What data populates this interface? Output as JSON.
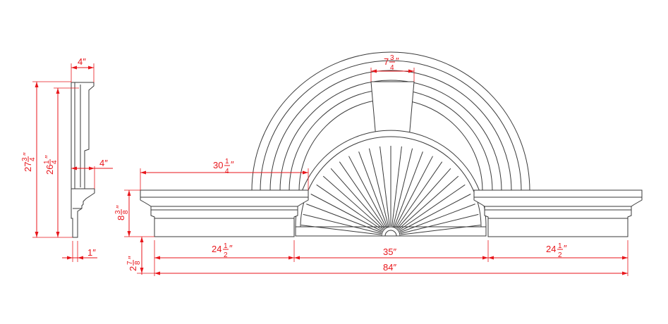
{
  "colors": {
    "linework": "#3a3a3a",
    "dimension": "#e8161b",
    "background": "#ffffff"
  },
  "dimensions": {
    "side_total_height": {
      "whole": "27",
      "num": "3",
      "den": "4",
      "unit": "″"
    },
    "side_inner_height": {
      "whole": "26",
      "num": "1",
      "den": "4",
      "unit": "″"
    },
    "side_top_depth": "4″",
    "side_mid_depth": "4″",
    "side_bottom_depth": "1″",
    "keystone_width": {
      "whole": "7",
      "num": "3",
      "den": "4",
      "unit": "″"
    },
    "pediment_left_width": {
      "whole": "30",
      "num": "1",
      "den": "4",
      "unit": "″"
    },
    "entablature_height": {
      "whole": "8",
      "num": "3",
      "den": "8",
      "unit": "″"
    },
    "base_height": {
      "whole": "2",
      "num": "7",
      "den": "8",
      "unit": "″"
    },
    "left_wing_width": {
      "whole": "24",
      "num": "1",
      "den": "2",
      "unit": "″"
    },
    "center_width": "35″",
    "right_wing_width": {
      "whole": "24",
      "num": "1",
      "den": "2",
      "unit": "″"
    },
    "overall_width": "84″"
  },
  "sunburst": {
    "ray_count": 26
  }
}
